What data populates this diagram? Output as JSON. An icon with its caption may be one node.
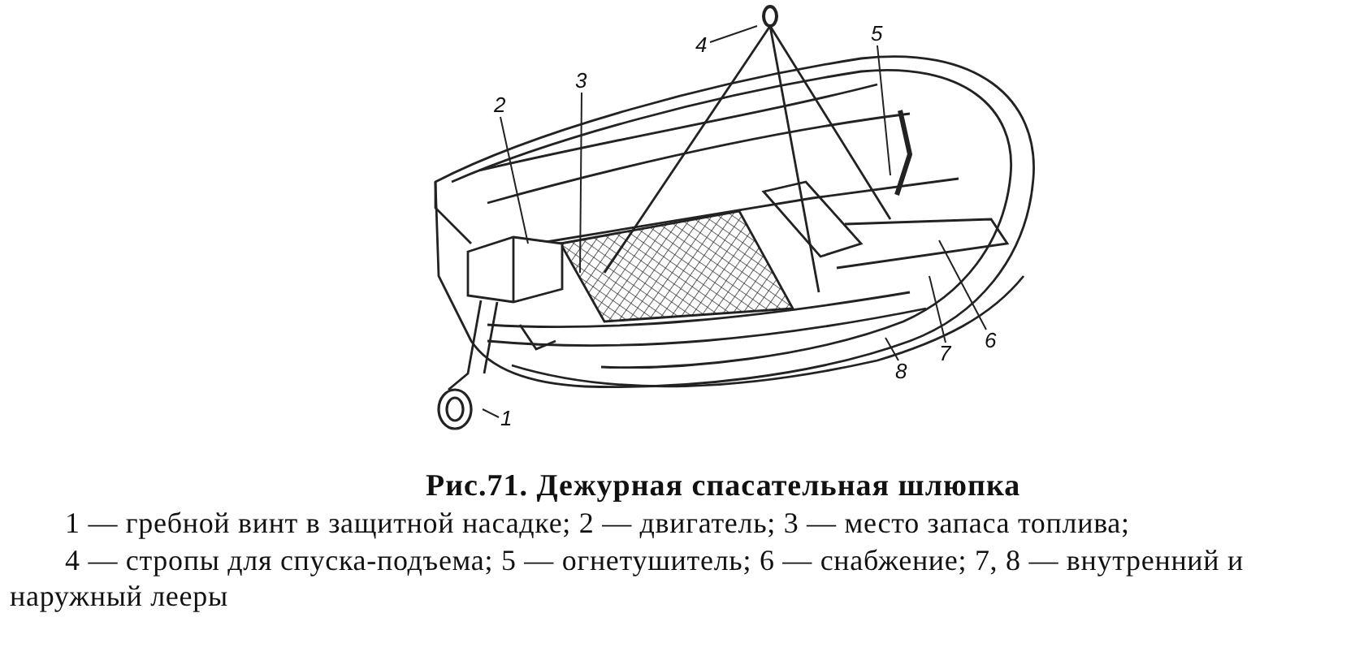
{
  "diagram": {
    "title": "Рис.71. Дежурная спасательная шлюпка",
    "nodes": [
      {
        "text": [
          "1"
        ]
      },
      {
        "text": [
          "2"
        ]
      },
      {
        "text": [
          "3"
        ]
      },
      {
        "text": [
          "4"
        ]
      },
      {
        "text": [
          "5"
        ]
      },
      {
        "text": [
          "6"
        ]
      },
      {
        "text": [
          "7"
        ]
      },
      {
        "text": [
          "8"
        ]
      }
    ],
    "edges": [
      {
        "from": 0,
        "to": null,
        "arrow": "none"
      },
      {
        "from": 1,
        "to": null,
        "arrow": "none"
      },
      {
        "from": 2,
        "to": null,
        "arrow": "none"
      },
      {
        "from": 3,
        "to": null,
        "arrow": "none"
      },
      {
        "from": 4,
        "to": null,
        "arrow": "none"
      },
      {
        "from": 5,
        "to": null,
        "arrow": "none"
      },
      {
        "from": 6,
        "to": null,
        "arrow": "none"
      },
      {
        "from": 7,
        "to": null,
        "arrow": "none"
      }
    ],
    "labels": [
      "1 — гребной винт в защитной насадке; 2 —  двигатель; 3 — место запаса топлива;",
      "4 — стропы для спуска-подъема; 5 — огнетушитель; 6 — снабжение; 7, 8 — внутренний и наружный лееры"
    ]
  }
}
